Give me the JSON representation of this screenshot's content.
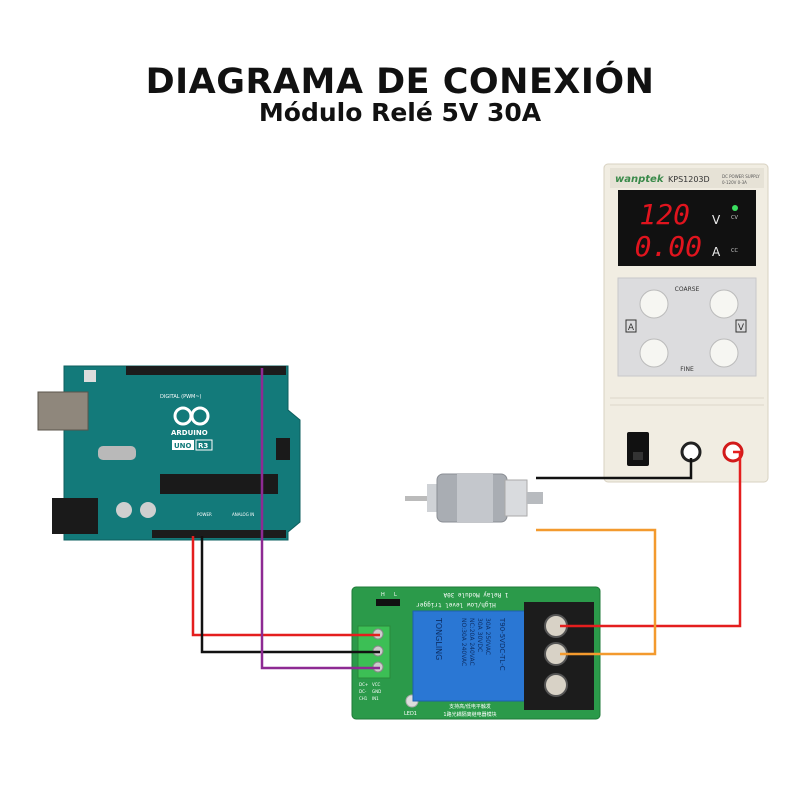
{
  "header": {
    "title": "DIAGRAMA DE CONEXIÓN",
    "subtitle": "Módulo Relé 5V 30A"
  },
  "power_supply": {
    "brand": "wanptek",
    "model": "KPS1203D",
    "label": "DC POWER SUPPLY",
    "rating": "0-120V 0-3A",
    "voltage_display": "120",
    "voltage_unit": "V",
    "current_display": "0.00",
    "current_unit": "A",
    "cv_label": "CV",
    "cc_label": "CC",
    "coarse_label": "COARSE",
    "fine_label": "FINE",
    "a_label": "A",
    "v_label": "V",
    "display_color": "#e0141e"
  },
  "arduino": {
    "brand": "ARDUINO",
    "model": "UNO",
    "revision": "R3",
    "digital_label": "DIGITAL (PWM~)",
    "power_label": "POWER",
    "analog_label": "ANALOG IN",
    "board_color": "#137a7a"
  },
  "relay": {
    "title": "1 Relay Module 30A",
    "trigger": "High/Low level trigger",
    "brand": "TONGLING",
    "part": "T90-5VDC-TL-C",
    "ratings": [
      "30A 250VAC",
      "30A 30VDC",
      "NC:20A 240VAC",
      "NO:30A 240VAC"
    ],
    "jumper_h": "H",
    "jumper_l": "L",
    "pins_left": [
      "DC+",
      "DC-",
      "CH1"
    ],
    "pins_right": [
      "VCC",
      "GND",
      "IN1"
    ],
    "led_label": "LED1",
    "cn_line1": "支持高/低电平触发",
    "cn_line2": "1路光耦隔离继电器模块"
  },
  "wires": {
    "red": "#e41e1e",
    "black": "#111111",
    "purple": "#8e2a93",
    "orange": "#f39a2e"
  }
}
